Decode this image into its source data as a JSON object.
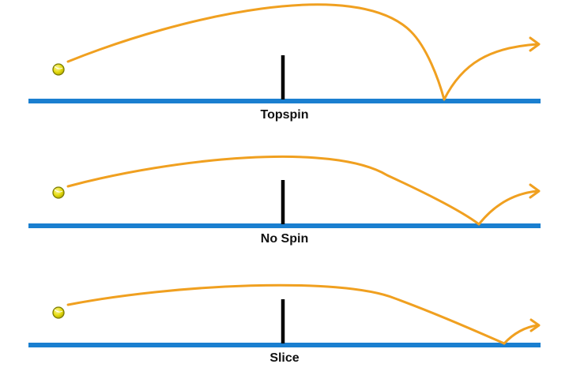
{
  "colors": {
    "court": "#1a7fd0",
    "net": "#000000",
    "trajectory": "#f0a020",
    "ball_fill": "#e8e200",
    "ball_outline": "#7a7a00",
    "background": "#ffffff"
  },
  "panels": [
    {
      "label": "Topspin"
    },
    {
      "label": "No Spin"
    },
    {
      "label": "Slice"
    }
  ]
}
